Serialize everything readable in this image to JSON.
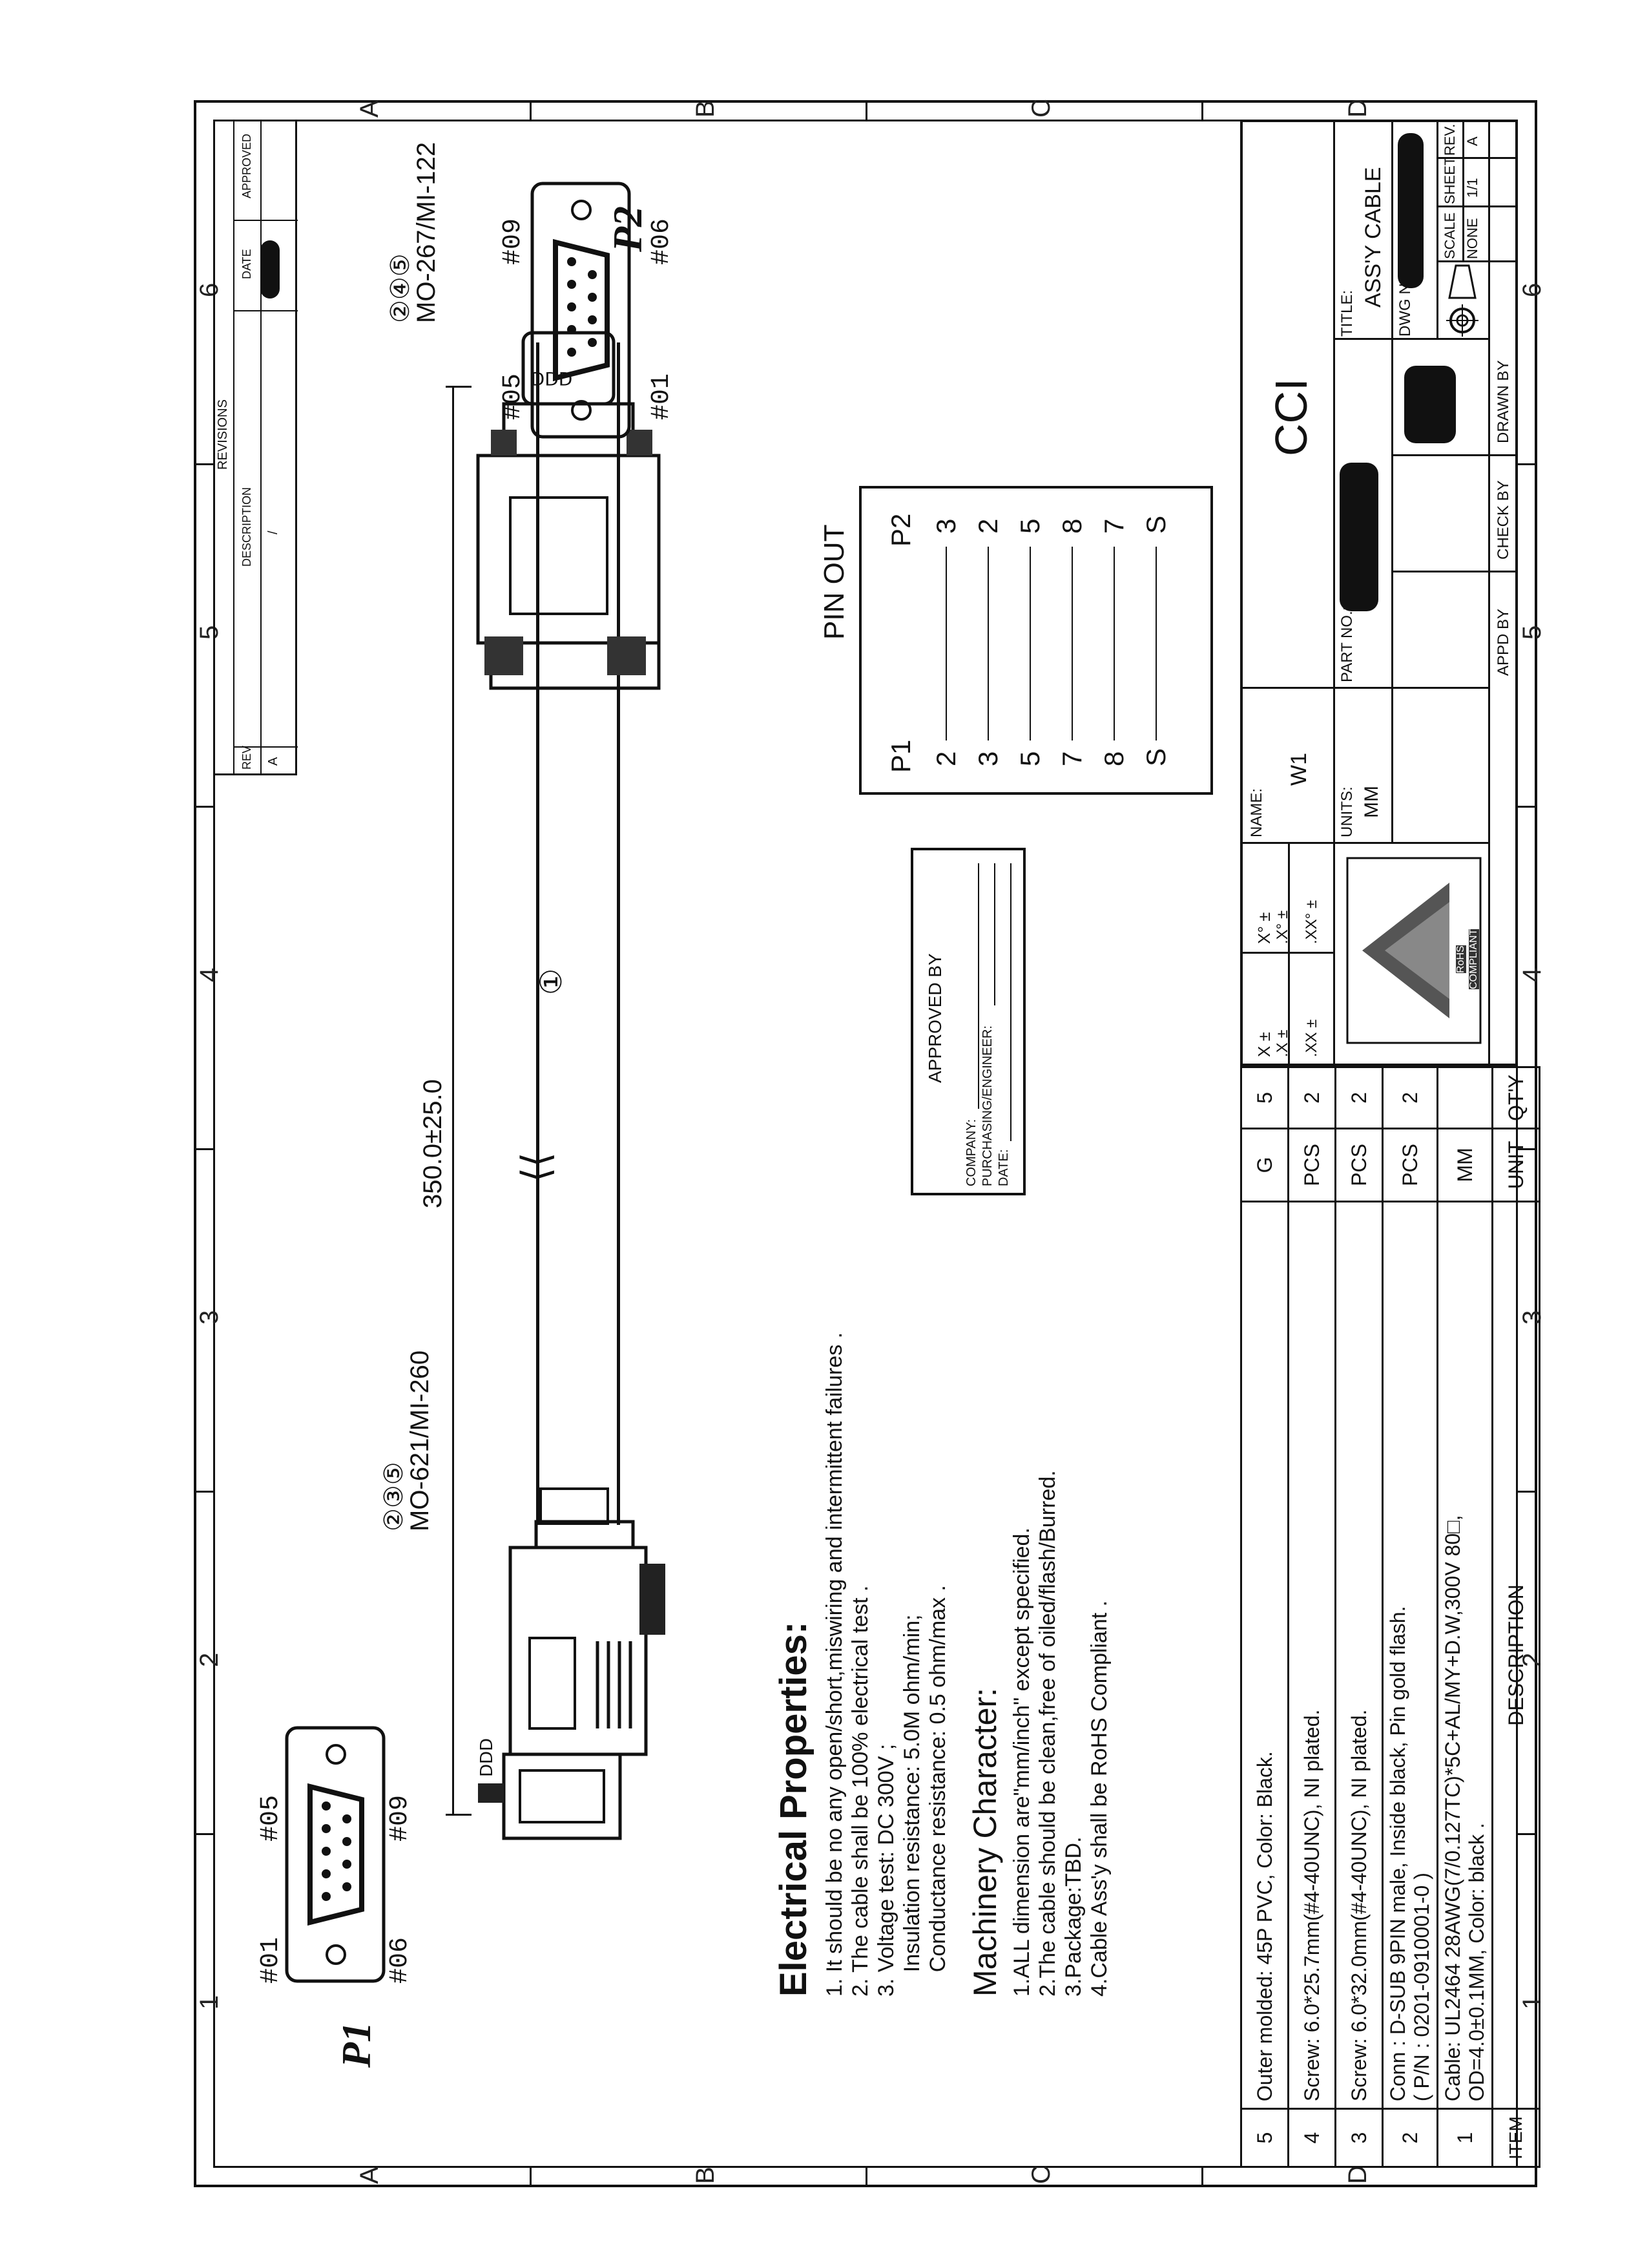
{
  "revisions": {
    "header": "REVISIONS",
    "columns": [
      "REV",
      "DESCRIPTION",
      "DATE",
      "APPROVED"
    ],
    "row": {
      "rev": "A",
      "description": "/"
    }
  },
  "zones": {
    "columns": [
      "1",
      "2",
      "3",
      "4",
      "5",
      "6"
    ],
    "rows": [
      "A",
      "B",
      "C",
      "D"
    ]
  },
  "p1": {
    "label": "P1",
    "pin_top_left": "#01",
    "pin_top_right": "#05",
    "pin_bottom_left": "#06",
    "pin_bottom_right": "#09",
    "callout_items": "②③⑤",
    "callout_part": "MO-621/MI-260"
  },
  "p2": {
    "label": "P2",
    "pin_top_left": "#05",
    "pin_top_right": "#09",
    "pin_bottom_left": "#01",
    "pin_bottom_right": "#06",
    "callout_items": "②④⑤",
    "callout_part": "MO-267/MI-122"
  },
  "cable": {
    "length_label": "350.0±25.0",
    "callout_item": "①"
  },
  "pinout": {
    "title": "PIN OUT",
    "header_left": "P1",
    "header_right": "P2",
    "rows": [
      {
        "p1": "2",
        "p2": "3"
      },
      {
        "p1": "3",
        "p2": "2"
      },
      {
        "p1": "5",
        "p2": "5"
      },
      {
        "p1": "7",
        "p2": "8"
      },
      {
        "p1": "8",
        "p2": "7"
      },
      {
        "p1": "S",
        "p2": "S"
      }
    ]
  },
  "approval": {
    "title": "APPROVED  BY",
    "company": "COMPANY:",
    "purchasing": "PURCHASING/ENGINEER:",
    "date": "DATE:"
  },
  "electrical": {
    "title": "Electrical Properties:",
    "lines": [
      "1. It should be no any open/short,miswiring and intermittent failures .",
      "2. The cable shall be 100% electrical test .",
      "3. Voltage test: DC 300V ;",
      "    Insulation resistance: 5.0M ohm/min;",
      "    Conductance resistance: 0.5 ohm/max ."
    ]
  },
  "machinery": {
    "title": "Machinery Character:",
    "lines": [
      "1.ALL dimension are\"mm/inch\" except specified.",
      "2.The cable should be clean,free of oiled/flash/Burred.",
      "3.Package:TBD.",
      "4.Cable Ass'y shall be RoHS Compliant ."
    ]
  },
  "bom": {
    "headers": {
      "item": "ITEM",
      "description": "DESCRIPTION",
      "unit": "UNIT",
      "qty": "QT'Y"
    },
    "rows": [
      {
        "item": "5",
        "description": "Outer molded: 45P PVC, Color: Black.",
        "description2": "",
        "unit": "G",
        "qty": "5"
      },
      {
        "item": "4",
        "description": "Screw: 6.0*25.7mm(#4-40UNC), NI plated.",
        "description2": "",
        "unit": "PCS",
        "qty": "2"
      },
      {
        "item": "3",
        "description": "Screw: 6.0*32.0mm(#4-40UNC), NI plated.",
        "description2": "",
        "unit": "PCS",
        "qty": "2"
      },
      {
        "item": "2",
        "description": "Conn : D-SUB 9PIN male, Inside black, Pin gold flash.",
        "description2": "( P/N : 0201-0910001-0 )",
        "unit": "PCS",
        "qty": "2"
      },
      {
        "item": "1",
        "description": "Cable: UL2464 28AWG(7/0.127TC)*5C+AL/MY+D.W,300V 80□,",
        "description2": "OD=4.0±0.1MM, Color: black .",
        "unit": "MM",
        "qty": ""
      }
    ]
  },
  "title_block": {
    "tol_x": "X ±",
    "tol_xdeg": "X° ±",
    "tol_xx": ".X ±",
    "tol_xxdeg": ".X° ±",
    "tol_xxx": ".XX ±",
    "tol_xxxdeg": ".XX° ±",
    "name_label": "NAME:",
    "name_value": "W1",
    "units_label": "UNITS:",
    "units_value": "MM",
    "part_no_label": "PART NO.:",
    "company": "CCI",
    "title_label": "TITLE:",
    "title_value": "ASS'Y  CABLE",
    "dwg_no_label": "DWG NO.:",
    "appd_by": "APPD BY",
    "check_by": "CHECK BY",
    "drawn_by": "DRAWN BY",
    "scale_label": "SCALE",
    "scale_value": "NONE",
    "sheet_label": "SHEET",
    "sheet_value": "1/1",
    "rev_label": "REV.",
    "rev_value": "A",
    "rohs_top": "RoHS",
    "rohs_bottom": "COMPLIANT"
  }
}
